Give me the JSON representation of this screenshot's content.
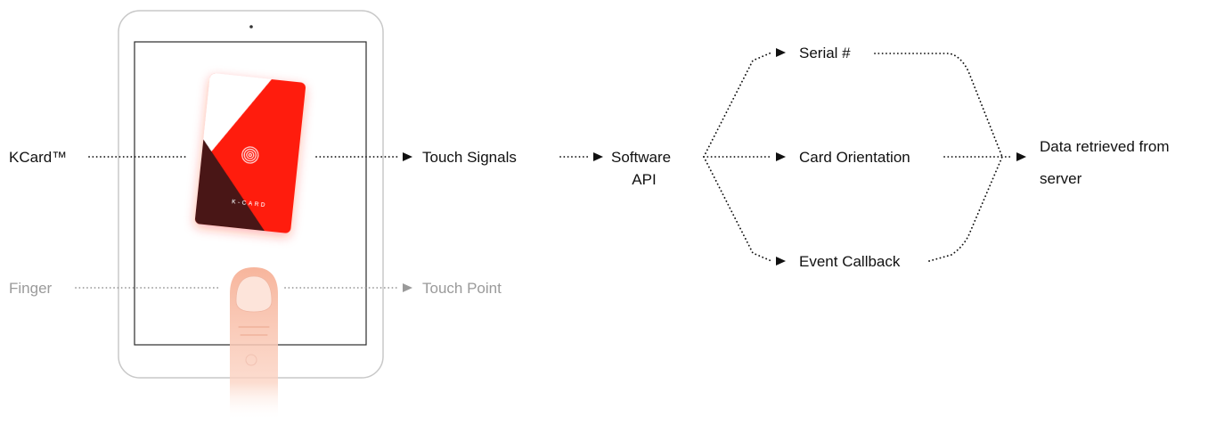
{
  "diagram": {
    "labels": {
      "kcard": "KCard™",
      "touch_signals": "Touch Signals",
      "software_api_line1": "Software",
      "software_api_line2": "API",
      "serial": "Serial #",
      "card_orientation": "Card Orientation",
      "event_callback": "Event Callback",
      "data_retrieved_line1": "Data retrieved from",
      "data_retrieved_line2": "server",
      "finger": "Finger",
      "touch_point": "Touch Point",
      "card_brand": "K-CARD"
    },
    "colors": {
      "card_red": "#ff1a0a",
      "card_dark": "#4a1414",
      "arrow_dark": "#111111",
      "arrow_grey": "#9a9a9a",
      "finger_skin": "#f7b59c",
      "tablet_frame": "#c8c8c8"
    }
  }
}
